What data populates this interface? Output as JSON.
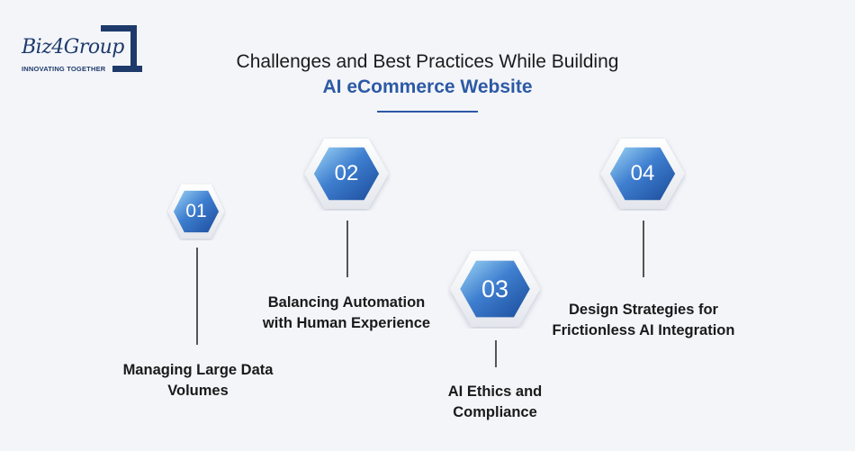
{
  "logo": {
    "name": "Biz4Group",
    "tagline": "INNOVATING TOGETHER"
  },
  "title": {
    "line1": "Challenges and Best Practices While Building",
    "line2": "AI eCommerce Website"
  },
  "colors": {
    "accent": "#2c5aa5",
    "hex_dark": "#1f4f9e",
    "hex_light": "#8ec9f0",
    "background": "#f4f5f9"
  },
  "steps": [
    {
      "number": "01",
      "label_line1": "Managing Large Data",
      "label_line2": "Volumes"
    },
    {
      "number": "02",
      "label_line1": "Balancing Automation",
      "label_line2": "with Human Experience"
    },
    {
      "number": "03",
      "label_line1": "AI Ethics and",
      "label_line2": "Compliance"
    },
    {
      "number": "04",
      "label_line1": "Design Strategies for",
      "label_line2": "Frictionless AI Integration"
    }
  ]
}
